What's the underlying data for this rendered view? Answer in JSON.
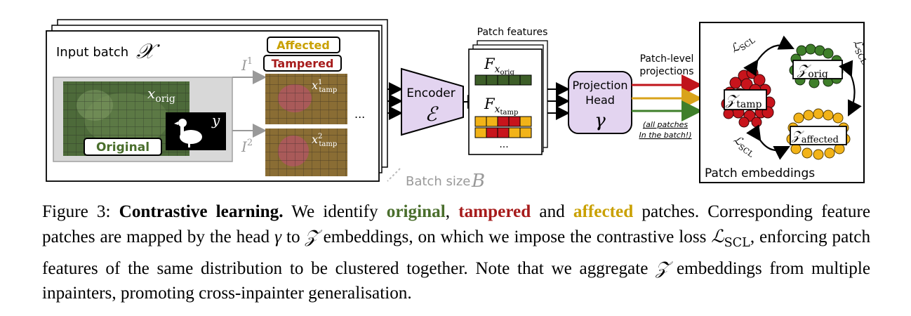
{
  "figure": {
    "input_batch_label": "Input batch",
    "input_batch_symbol": "𝒳",
    "x_orig_label": "x",
    "x_orig_sub": "orig",
    "mask_label": "y",
    "original_tag": "Original",
    "affected_tag": "Affected",
    "tampered_tag": "Tampered",
    "i1_label": "I",
    "i1_sup": "1",
    "i2_label": "I",
    "i2_sup": "2",
    "x_tamp1_label": "x",
    "x_tamp1_sup": "1",
    "x_tamp1_sub": "tamp",
    "x_tamp2_label": "x",
    "x_tamp2_sup": "2",
    "x_tamp2_sub": "tamp",
    "ellipsis": "...",
    "batch_size_label": "Batch size",
    "batch_size_symbol": "B",
    "encoder_label": "Encoder",
    "encoder_symbol": "ℰ",
    "patch_features_title": "Patch features",
    "f_orig_label": "F",
    "f_orig_sub": "x",
    "f_orig_subsub": "orig",
    "f_tamp_label": "F",
    "f_tamp_sub": "x",
    "f_tamp_subsub": "tamp",
    "projection_head_line1": "Projection",
    "projection_head_line2": "Head",
    "projection_head_symbol": "γ",
    "patch_level_line1": "Patch-level",
    "patch_level_line2": "projections",
    "all_patches_line1": "(all patches",
    "all_patches_line2": "In the batch!)",
    "z_orig_label": "𝒵",
    "z_orig_sub": "orig",
    "z_tamp_label": "𝒵",
    "z_tamp_sub": "tamp",
    "z_aff_label": "𝒵",
    "z_aff_sub": "affected",
    "loss_label": "ℒ",
    "loss_sub": "SCL",
    "patch_embeddings_label": "Patch embeddings",
    "colors": {
      "original": "#4a6e2c",
      "tampered": "#a61b1b",
      "affected": "#c9a000",
      "encoder_fill": "#e3d4f0",
      "head_fill": "#e3d4f0",
      "arrow_red": "#c0141b",
      "arrow_yellow": "#d9a31a",
      "arrow_green": "#3f7f2a"
    }
  },
  "caption": {
    "figure_number": "Figure 3:",
    "bold_title": "Contrastive learning.",
    "text1": "We identify",
    "original_word": "original",
    "comma": ",",
    "tampered_word": "tampered",
    "and_word": "and",
    "affected_word": "affected",
    "text2": "patches. Corresponding feature patches are mapped by the head",
    "gamma": "γ",
    "to_word": "to",
    "z_symbol": "𝒵",
    "text3": "embeddings, on which we impose the contrastive loss",
    "loss_symbol": "ℒ",
    "loss_sub": "SCL",
    "text4": ", enforcing patch features of the same distribution to be clustered together. Note that we aggregate",
    "z_symbol2": "𝒵",
    "text5": "embeddings from multiple inpainters, promoting cross-inpainter generalisation."
  }
}
